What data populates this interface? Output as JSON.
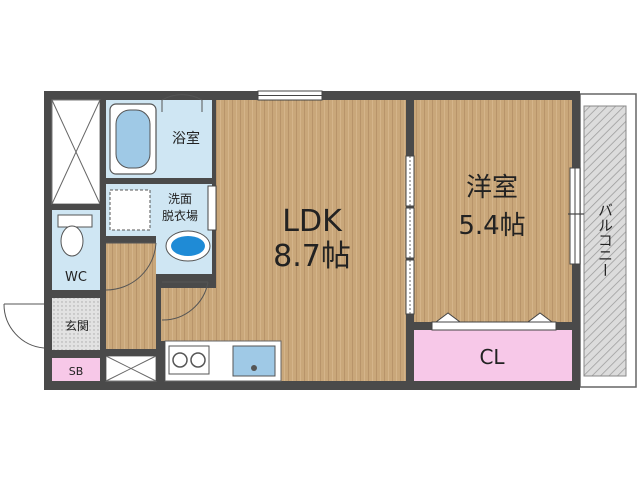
{
  "rooms": {
    "ldk": {
      "name": "LDK",
      "size": "8.7帖"
    },
    "western": {
      "name": "洋室",
      "size": "5.4帖"
    },
    "bath": {
      "name": "浴室"
    },
    "washroom": {
      "line1": "洗面",
      "line2": "脱衣場"
    },
    "toilet": {
      "name": "WC"
    },
    "entrance": {
      "name": "玄関"
    },
    "closet": {
      "name": "CL"
    },
    "shoe_box": {
      "name": "SB"
    },
    "balcony": {
      "name": "バルコニー"
    }
  },
  "colors": {
    "wall": "#4a4a4a",
    "wood_floor": "#c9a77a",
    "wet_area": "#cfe6f3",
    "closet": "#f7c8e8",
    "entrance_tile": "#dddddd",
    "balcony": "#d9d9d9"
  }
}
